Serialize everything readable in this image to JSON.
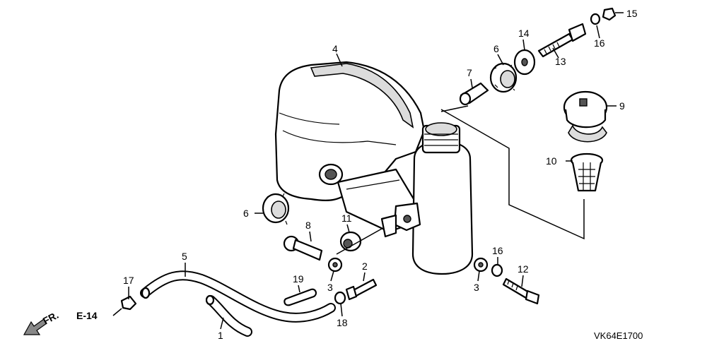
{
  "diagram": {
    "code": "VK64E1700",
    "reference": "E-14",
    "direction": "FR.",
    "callouts": {
      "c1": "1",
      "c2": "2",
      "c3a": "3",
      "c3b": "3",
      "c4": "4",
      "c5": "5",
      "c6a": "6",
      "c6b": "6",
      "c7": "7",
      "c8": "8",
      "c9": "9",
      "c10": "10",
      "c11": "11",
      "c12": "12",
      "c13": "13",
      "c14": "14",
      "c15": "15",
      "c16a": "16",
      "c16b": "16",
      "c17": "17",
      "c18": "18",
      "c19": "19"
    }
  }
}
